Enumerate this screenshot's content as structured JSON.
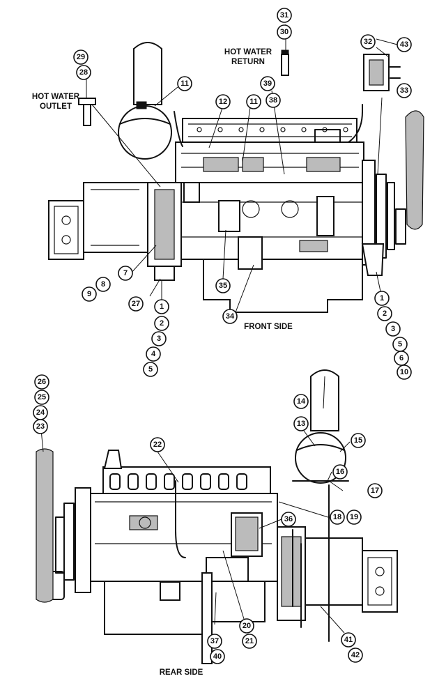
{
  "labels": {
    "hot_water_outlet_1": "HOT WATER",
    "hot_water_outlet_2": "OUTLET",
    "hot_water_return_1": "HOT WATER",
    "hot_water_return_2": "RETURN",
    "front_side": "FRONT SIDE",
    "rear_side": "REAR SIDE"
  },
  "callouts": {
    "c29": "29",
    "c28": "28",
    "c11a": "11",
    "c12": "12",
    "c31": "31",
    "c30": "30",
    "c39": "39",
    "c38": "38",
    "c11b": "11",
    "c32": "32",
    "c43": "43",
    "c33": "33",
    "c7": "7",
    "c8": "8",
    "c9": "9",
    "c27": "27",
    "c35": "35",
    "c34": "34",
    "c1a": "1",
    "c2a": "2",
    "c3a": "3",
    "c4a": "4",
    "c5a": "5",
    "c1b": "1",
    "c2b": "2",
    "c3b": "3",
    "c5b": "5",
    "c6b": "6",
    "c10b": "10",
    "c26": "26",
    "c25": "25",
    "c24": "24",
    "c23": "23",
    "c14": "14",
    "c13": "13",
    "c15": "15",
    "c16": "16",
    "c17": "17",
    "c22": "22",
    "c18": "18",
    "c19": "19",
    "c36": "36",
    "c20": "20",
    "c21": "21",
    "c37": "37",
    "c40": "40",
    "c41": "41",
    "c42": "42"
  }
}
